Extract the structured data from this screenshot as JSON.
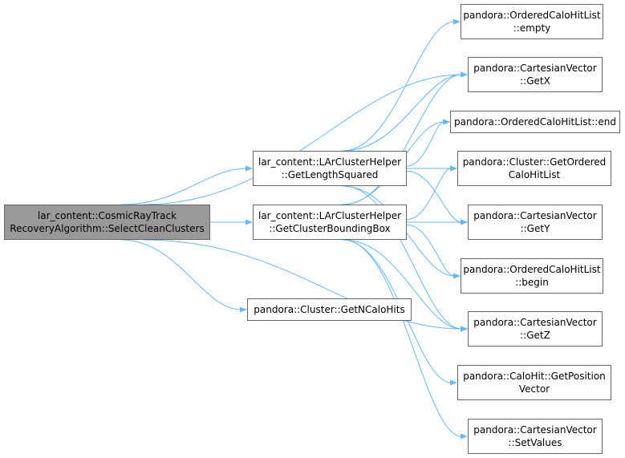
{
  "colors": {
    "edge": "#63b8ff",
    "node_border": "#666666",
    "root_fill": "#999999"
  },
  "nodes": {
    "root": {
      "line1": "lar_content::CosmicRayTrack",
      "line2": "RecoveryAlgorithm::SelectCleanClusters"
    },
    "length_squared": {
      "line1": "lar_content::LArClusterHelper",
      "line2": "::GetLengthSquared"
    },
    "bounding_box": {
      "line1": "lar_content::LArClusterHelper",
      "line2": "::GetClusterBoundingBox"
    },
    "n_calo_hits": {
      "line1": "pandora::Cluster::GetNCaloHits"
    },
    "ochl_empty": {
      "line1": "pandora::OrderedCaloHitList",
      "line2": "::empty"
    },
    "cv_getx": {
      "line1": "pandora::CartesianVector",
      "line2": "::GetX"
    },
    "ochl_end": {
      "line1": "pandora::OrderedCaloHitList::end"
    },
    "cluster_get_ordered": {
      "line1": "pandora::Cluster::GetOrdered",
      "line2": "CaloHitList"
    },
    "cv_gety": {
      "line1": "pandora::CartesianVector",
      "line2": "::GetY"
    },
    "ochl_begin": {
      "line1": "pandora::OrderedCaloHitList",
      "line2": "::begin"
    },
    "cv_getz": {
      "line1": "pandora::CartesianVector",
      "line2": "::GetZ"
    },
    "calohit_getposition": {
      "line1": "pandora::CaloHit::GetPosition",
      "line2": "Vector"
    },
    "cv_setvalues": {
      "line1": "pandora::CartesianVector",
      "line2": "::SetValues"
    }
  },
  "edges": [
    [
      "root",
      "length_squared"
    ],
    [
      "root",
      "bounding_box"
    ],
    [
      "root",
      "n_calo_hits"
    ],
    [
      "root",
      "cv_getx"
    ],
    [
      "root",
      "cv_getz"
    ],
    [
      "length_squared",
      "ochl_empty"
    ],
    [
      "length_squared",
      "cv_getx"
    ],
    [
      "length_squared",
      "ochl_end"
    ],
    [
      "length_squared",
      "cluster_get_ordered"
    ],
    [
      "length_squared",
      "cv_gety"
    ],
    [
      "length_squared",
      "ochl_begin"
    ],
    [
      "length_squared",
      "cv_getz"
    ],
    [
      "bounding_box",
      "cv_getx"
    ],
    [
      "bounding_box",
      "ochl_end"
    ],
    [
      "bounding_box",
      "cluster_get_ordered"
    ],
    [
      "bounding_box",
      "cv_gety"
    ],
    [
      "bounding_box",
      "ochl_begin"
    ],
    [
      "bounding_box",
      "cv_getz"
    ],
    [
      "bounding_box",
      "calohit_getposition"
    ],
    [
      "bounding_box",
      "cv_setvalues"
    ]
  ]
}
